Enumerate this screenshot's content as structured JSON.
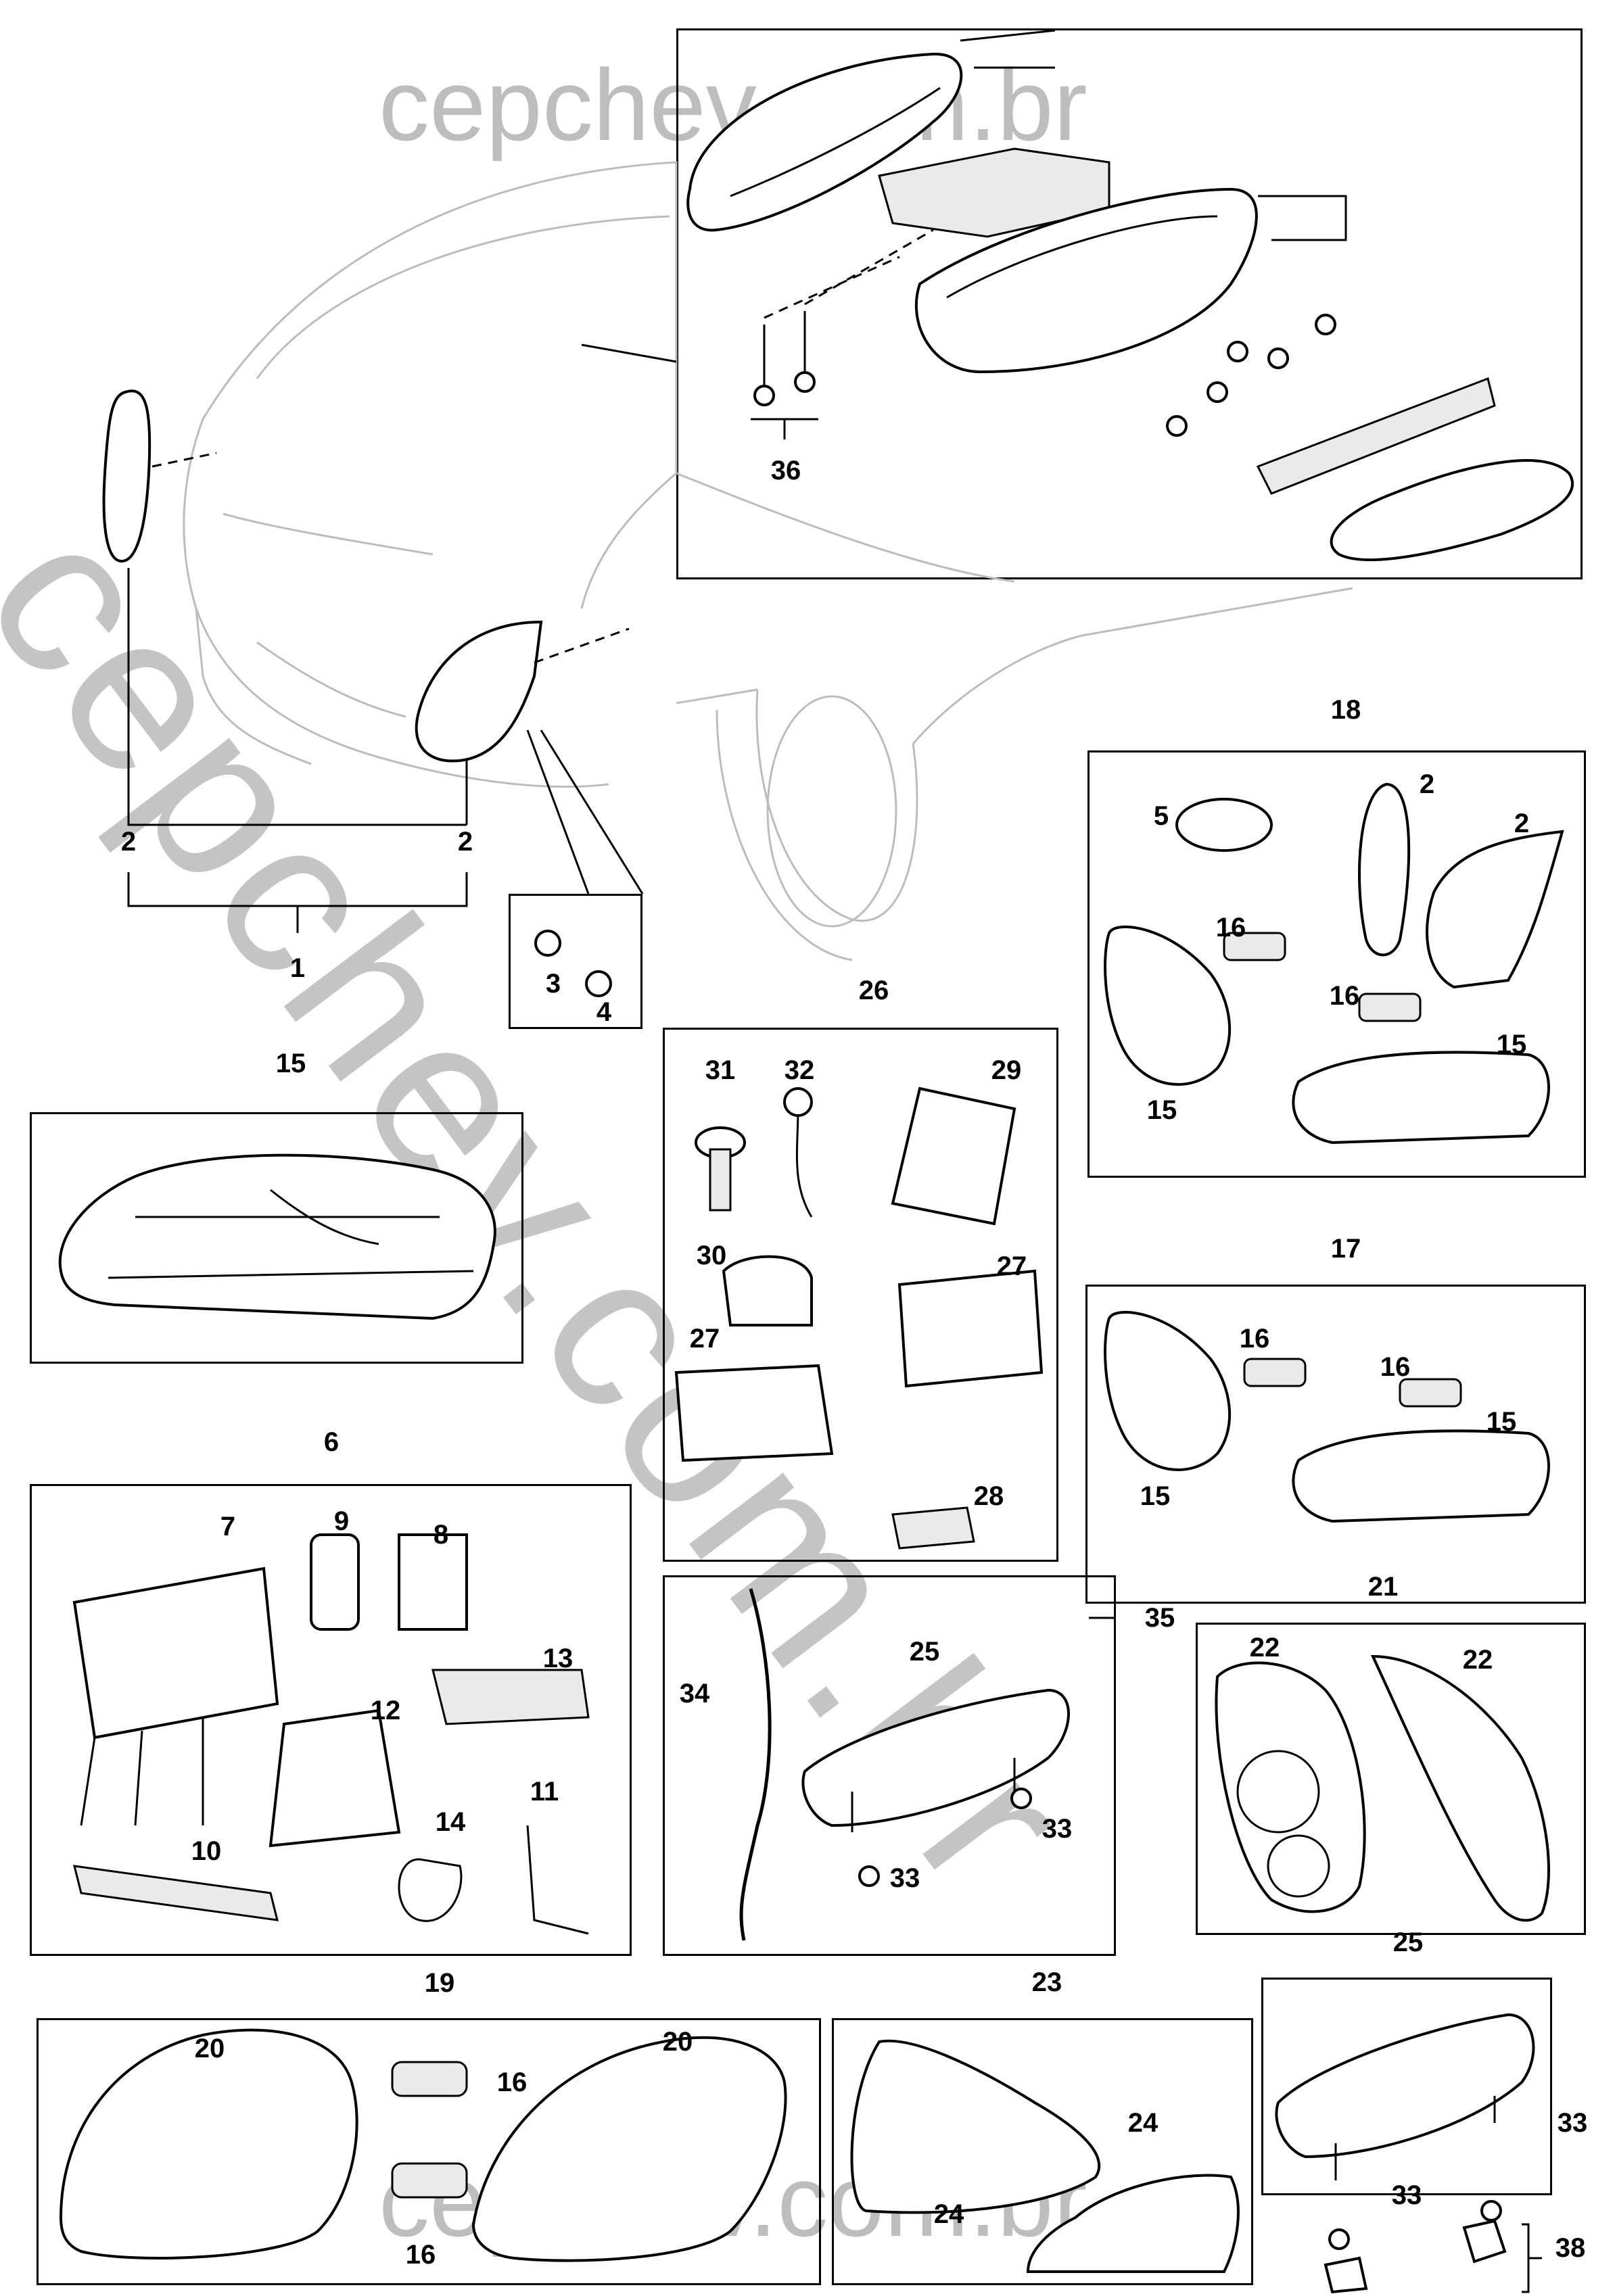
{
  "watermark": {
    "top": "cepchev.com.br",
    "bottom": "cepchev.com.br",
    "diagonal": "cepchev.com.br"
  },
  "callouts": {
    "c1": "1",
    "c2a": "2",
    "c2b": "2",
    "c3": "3",
    "c4": "4",
    "c36": "36",
    "c18": "18",
    "c5": "5",
    "c2c": "2",
    "c2d": "2",
    "c16a": "16",
    "c16b": "16",
    "c15a": "15",
    "c15b": "15",
    "c15c": "15",
    "c26": "26",
    "c31": "31",
    "c32": "32",
    "c29": "29",
    "c30": "30",
    "c27a": "27",
    "c27b": "27",
    "c28": "28",
    "c17": "17",
    "c16c": "16",
    "c16d": "16",
    "c15d": "15",
    "c15e": "15",
    "c6": "6",
    "c7": "7",
    "c9": "9",
    "c8": "8",
    "c13": "13",
    "c12": "12",
    "c11": "11",
    "c14": "14",
    "c10": "10",
    "c35": "35",
    "c34": "34",
    "c25a": "25",
    "c33a": "33",
    "c33b": "33",
    "c21": "21",
    "c22a": "22",
    "c22b": "22",
    "c19": "19",
    "c20a": "20",
    "c20b": "20",
    "c16e": "16",
    "c16f": "16",
    "c23": "23",
    "c24a": "24",
    "c24b": "24",
    "c25b": "25",
    "c33c": "33",
    "c33d": "33",
    "c38": "38"
  }
}
